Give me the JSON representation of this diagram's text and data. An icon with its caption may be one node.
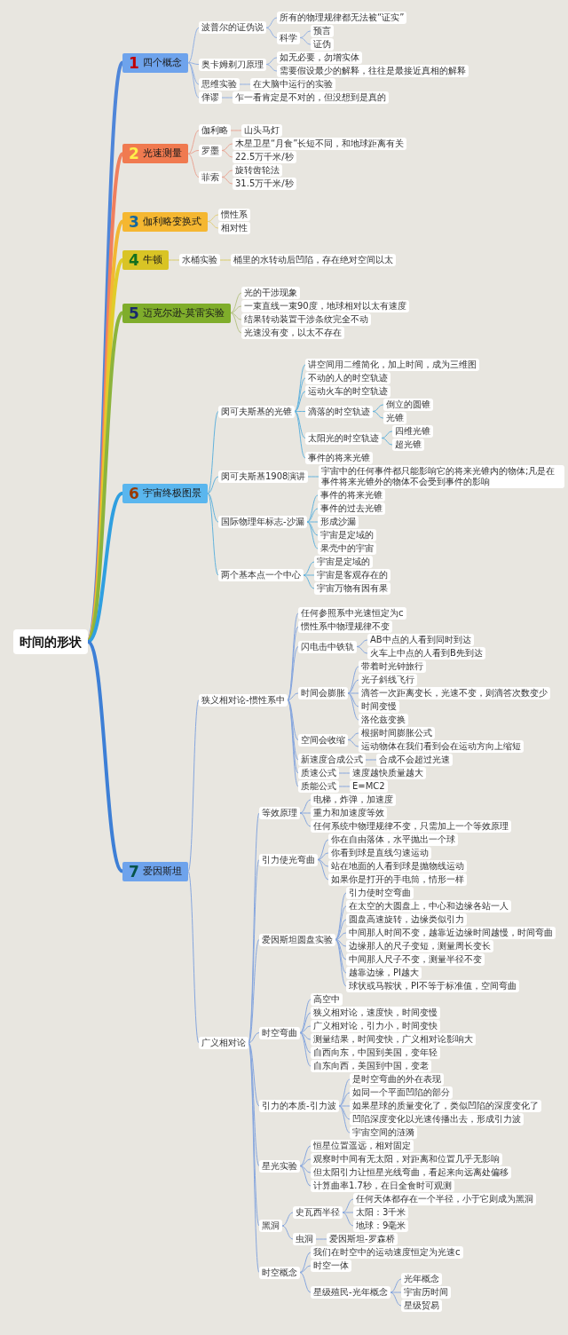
{
  "diagram": {
    "nodes": [
      {
        "text": [
          "时间的形状"
        ]
      },
      {
        "text": [
          "1",
          "四个概念"
        ]
      },
      {
        "text": [
          "波普尔的证伪说"
        ]
      },
      {
        "text": [
          "所有的物理规律都无法被“证实”"
        ]
      },
      {
        "text": [
          "科学"
        ]
      },
      {
        "text": [
          "预言"
        ]
      },
      {
        "text": [
          "证伪"
        ]
      },
      {
        "text": [
          "奥卡姆剃刀原理"
        ]
      },
      {
        "text": [
          "如无必要，勿增实体"
        ]
      },
      {
        "text": [
          "需要假设最少的解释，往往是最接近真相的解释"
        ]
      },
      {
        "text": [
          "思维实验"
        ]
      },
      {
        "text": [
          "在大脑中运行的实验"
        ]
      },
      {
        "text": [
          "佯谬"
        ]
      },
      {
        "text": [
          "乍一看肯定是不对的，但没想到是真的"
        ]
      },
      {
        "text": [
          "2",
          "光速测量"
        ]
      },
      {
        "text": [
          "伽利略"
        ]
      },
      {
        "text": [
          "山头马灯"
        ]
      },
      {
        "text": [
          "罗墨"
        ]
      },
      {
        "text": [
          "木星卫星“月食”长短不同，和地球距离有关"
        ]
      },
      {
        "text": [
          "22.5万千米/秒"
        ]
      },
      {
        "text": [
          "菲索"
        ]
      },
      {
        "text": [
          "旋转齿轮法"
        ]
      },
      {
        "text": [
          "31.5万千米/秒"
        ]
      },
      {
        "text": [
          "3",
          "伽利略变换式"
        ]
      },
      {
        "text": [
          "惯性系"
        ]
      },
      {
        "text": [
          "相对性"
        ]
      },
      {
        "text": [
          "4",
          "牛顿"
        ]
      },
      {
        "text": [
          "水桶实验"
        ]
      },
      {
        "text": [
          "桶里的水转动后凹陷，存在绝对空间以太"
        ]
      },
      {
        "text": [
          "5",
          "迈克尔逊-莫雷实验"
        ]
      },
      {
        "text": [
          "光的干涉现象"
        ]
      },
      {
        "text": [
          "一束直线一束90度，地球相对以太有速度"
        ]
      },
      {
        "text": [
          "结果转动装置干涉条纹完全不动"
        ]
      },
      {
        "text": [
          "光速没有变，以太不存在"
        ]
      },
      {
        "text": [
          "6",
          "宇宙终极图景"
        ]
      },
      {
        "text": [
          "闵可夫斯基的光锥"
        ]
      },
      {
        "text": [
          "讲空间用二维简化，加上时间，成为三维图"
        ]
      },
      {
        "text": [
          "不动的人的时空轨迹"
        ]
      },
      {
        "text": [
          "运动火车的时空轨迹"
        ]
      },
      {
        "text": [
          "滴落的时空轨迹"
        ]
      },
      {
        "text": [
          "倒立的圆锥"
        ]
      },
      {
        "text": [
          "光锥"
        ]
      },
      {
        "text": [
          "太阳光的时空轨迹"
        ]
      },
      {
        "text": [
          "四维光锥"
        ]
      },
      {
        "text": [
          "超光锥"
        ]
      },
      {
        "text": [
          "事件的将来光锥"
        ]
      },
      {
        "text": [
          "闵可夫斯基1908演讲"
        ]
      },
      {
        "text": [
          "宇宙中的任何事件都只能影响它的将来光锥内的物体;凡是在事件将来光锥外的物体不会受到事件的影响"
        ]
      },
      {
        "text": [
          "国际物理年标志-沙漏"
        ]
      },
      {
        "text": [
          "事件的将来光锥"
        ]
      },
      {
        "text": [
          "事件的过去光锥"
        ]
      },
      {
        "text": [
          "形成沙漏"
        ]
      },
      {
        "text": [
          "宇宙是定域的"
        ]
      },
      {
        "text": [
          "果壳中的宇宙"
        ]
      },
      {
        "text": [
          "两个基本点一个中心"
        ]
      },
      {
        "text": [
          "宇宙是定域的"
        ]
      },
      {
        "text": [
          "宇宙是客观存在的"
        ]
      },
      {
        "text": [
          "宇宙万物有因有果"
        ]
      },
      {
        "text": [
          "7",
          "爱因斯坦"
        ]
      },
      {
        "text": [
          "狭义相对论-惯性系中"
        ]
      },
      {
        "text": [
          "任何参照系中光速恒定为c"
        ]
      },
      {
        "text": [
          "惯性系中物理规律不变"
        ]
      },
      {
        "text": [
          "闪电击中铁轨"
        ]
      },
      {
        "text": [
          "AB中点的人看到同时到达"
        ]
      },
      {
        "text": [
          "火车上中点的人看到B先到达"
        ]
      },
      {
        "text": [
          "时间会膨胀"
        ]
      },
      {
        "text": [
          "带着时光钟旅行"
        ]
      },
      {
        "text": [
          "光子斜线飞行"
        ]
      },
      {
        "text": [
          "滴答一次距离变长，光速不变，则滴答次数变少"
        ]
      },
      {
        "text": [
          "时间变慢"
        ]
      },
      {
        "text": [
          "洛伦兹变换"
        ]
      },
      {
        "text": [
          "空间会收缩"
        ]
      },
      {
        "text": [
          "根据时间膨胀公式"
        ]
      },
      {
        "text": [
          "运动物体在我们看到会在运动方向上缩短"
        ]
      },
      {
        "text": [
          "新速度合成公式"
        ]
      },
      {
        "text": [
          "合成不会超过光速"
        ]
      },
      {
        "text": [
          "质速公式"
        ]
      },
      {
        "text": [
          "速度越快质量越大"
        ]
      },
      {
        "text": [
          "质能公式"
        ]
      },
      {
        "text": [
          "E=MC2"
        ]
      },
      {
        "text": [
          "广义相对论"
        ]
      },
      {
        "text": [
          "等效原理"
        ]
      },
      {
        "text": [
          "电梯，炸弹，加速度"
        ]
      },
      {
        "text": [
          "重力和加速度等效"
        ]
      },
      {
        "text": [
          "任何系统中物理规律不变，只需加上一个等效原理"
        ]
      },
      {
        "text": [
          "引力使光弯曲"
        ]
      },
      {
        "text": [
          "你在自由落体，水平抛出一个球"
        ]
      },
      {
        "text": [
          "你看到球是直线匀速运动"
        ]
      },
      {
        "text": [
          "站在地面的人看到球是抛物线运动"
        ]
      },
      {
        "text": [
          "如果你是打开的手电筒，情形一样"
        ]
      },
      {
        "text": [
          "爱因斯坦圆盘实验"
        ]
      },
      {
        "text": [
          "引力使时空弯曲"
        ]
      },
      {
        "text": [
          "在太空的大圆盘上，中心和边缘各站一人"
        ]
      },
      {
        "text": [
          "圆盘高速旋转，边缘类似引力"
        ]
      },
      {
        "text": [
          "中间那人时间不变，越靠近边缘时间越慢，时间弯曲"
        ]
      },
      {
        "text": [
          "边缘那人的尺子变短，测量周长变长"
        ]
      },
      {
        "text": [
          "中间那人尺子不变，测量半径不变"
        ]
      },
      {
        "text": [
          "越靠边缘，PI越大"
        ]
      },
      {
        "text": [
          "球状或马鞍状，PI不等于标准值，空间弯曲"
        ]
      },
      {
        "text": [
          "时空弯曲"
        ]
      },
      {
        "text": [
          "高空中"
        ]
      },
      {
        "text": [
          "狭义相对论，速度快，时间变慢"
        ]
      },
      {
        "text": [
          "广义相对论，引力小，时间变快"
        ]
      },
      {
        "text": [
          "测量结果，时间变快，广义相对论影响大"
        ]
      },
      {
        "text": [
          "自西向东，中国到美国，变年轻"
        ]
      },
      {
        "text": [
          "自东向西，美国到中国，变老"
        ]
      },
      {
        "text": [
          "引力的本质-引力波"
        ]
      },
      {
        "text": [
          "是时空弯曲的外在表现"
        ]
      },
      {
        "text": [
          "如同一个平面凹陷的部分"
        ]
      },
      {
        "text": [
          "如果星球的质量变化了，类似凹陷的深度变化了"
        ]
      },
      {
        "text": [
          "凹陷深度变化以光速传播出去，形成引力波"
        ]
      },
      {
        "text": [
          "宇宙空间的涟漪"
        ]
      },
      {
        "text": [
          "星光实验"
        ]
      },
      {
        "text": [
          "恒星位置遥远，相对固定"
        ]
      },
      {
        "text": [
          "观察时中间有无太阳，对距离和位置几乎无影响"
        ]
      },
      {
        "text": [
          "但太阳引力让恒星光线弯曲，看起来向远离处偏移"
        ]
      },
      {
        "text": [
          "计算曲率1.7秒，在日全食时可观测"
        ]
      },
      {
        "text": [
          "黑洞"
        ]
      },
      {
        "text": [
          "史瓦西半径"
        ]
      },
      {
        "text": [
          "任何天体都存在一个半径，小于它则成为黑洞"
        ]
      },
      {
        "text": [
          "太阳：3千米"
        ]
      },
      {
        "text": [
          "地球：9毫米"
        ]
      },
      {
        "text": [
          "虫洞"
        ]
      },
      {
        "text": [
          "爱因斯坦-罗森桥"
        ]
      },
      {
        "text": [
          "时空概念"
        ]
      },
      {
        "text": [
          "我们在时空中的运动速度恒定为光速c"
        ]
      },
      {
        "text": [
          "时空一体"
        ]
      },
      {
        "text": [
          "星级殖民-光年概念"
        ]
      },
      {
        "text": [
          "光年概念"
        ]
      },
      {
        "text": [
          "宇宙历时间"
        ]
      },
      {
        "text": [
          "星级贸易"
        ]
      }
    ],
    "edges": [
      {
        "from": 0,
        "to": 1,
        "arrow": "none",
        "style": "thick",
        "color": "#4f86d9"
      },
      {
        "from": 0,
        "to": 14,
        "arrow": "none",
        "style": "thick",
        "color": "#f07f5e"
      },
      {
        "from": 0,
        "to": 23,
        "arrow": "none",
        "style": "thick",
        "color": "#f2b733"
      },
      {
        "from": 0,
        "to": 26,
        "arrow": "none",
        "style": "thick",
        "color": "#e0cc2a"
      },
      {
        "from": 0,
        "to": 29,
        "arrow": "none",
        "style": "thick",
        "color": "#8cb43c"
      },
      {
        "from": 0,
        "to": 34,
        "arrow": "none",
        "style": "thick",
        "color": "#2f9fe0"
      },
      {
        "from": 0,
        "to": 58,
        "arrow": "none",
        "style": "thick",
        "color": "#3d7fd6"
      },
      {
        "from": 1,
        "to": 2,
        "arrow": "none",
        "color": "#93b1e3"
      },
      {
        "from": 1,
        "to": 7,
        "arrow": "none",
        "color": "#93b1e3"
      },
      {
        "from": 1,
        "to": 10,
        "arrow": "none",
        "color": "#93b1e3"
      },
      {
        "from": 1,
        "to": 12,
        "arrow": "none",
        "color": "#93b1e3"
      },
      {
        "from": 2,
        "to": 3,
        "arrow": "none",
        "color": "#93b1e3"
      },
      {
        "from": 2,
        "to": 4,
        "arrow": "none",
        "color": "#93b1e3"
      },
      {
        "from": 4,
        "to": 5,
        "arrow": "none",
        "color": "#93b1e3"
      },
      {
        "from": 4,
        "to": 6,
        "arrow": "none",
        "color": "#93b1e3"
      },
      {
        "from": 7,
        "to": 8,
        "arrow": "none",
        "color": "#93b1e3"
      },
      {
        "from": 7,
        "to": 9,
        "arrow": "none",
        "color": "#93b1e3"
      },
      {
        "from": 10,
        "to": 11,
        "arrow": "none",
        "color": "#93b1e3"
      },
      {
        "from": 12,
        "to": 13,
        "arrow": "none",
        "color": "#93b1e3"
      },
      {
        "from": 14,
        "to": 15,
        "arrow": "none",
        "color": "#eaa595"
      },
      {
        "from": 14,
        "to": 17,
        "arrow": "none",
        "color": "#eaa595"
      },
      {
        "from": 14,
        "to": 20,
        "arrow": "none",
        "color": "#eaa595"
      },
      {
        "from": 15,
        "to": 16,
        "arrow": "none",
        "color": "#eaa595"
      },
      {
        "from": 17,
        "to": 18,
        "arrow": "none",
        "color": "#eaa595"
      },
      {
        "from": 17,
        "to": 19,
        "arrow": "none",
        "color": "#eaa595"
      },
      {
        "from": 20,
        "to": 21,
        "arrow": "none",
        "color": "#eaa595"
      },
      {
        "from": 20,
        "to": 22,
        "arrow": "none",
        "color": "#eaa595"
      },
      {
        "from": 23,
        "to": 24,
        "arrow": "none",
        "color": "#e3cf7d"
      },
      {
        "from": 23,
        "to": 25,
        "arrow": "none",
        "color": "#e3cf7d"
      },
      {
        "from": 26,
        "to": 27,
        "arrow": "none",
        "color": "#d9cc66"
      },
      {
        "from": 27,
        "to": 28,
        "arrow": "none",
        "color": "#d9cc66"
      },
      {
        "from": 29,
        "to": 30,
        "arrow": "none",
        "color": "#b9c48a"
      },
      {
        "from": 29,
        "to": 31,
        "arrow": "none",
        "color": "#b9c48a"
      },
      {
        "from": 29,
        "to": 32,
        "arrow": "none",
        "color": "#b9c48a"
      },
      {
        "from": 29,
        "to": 33,
        "arrow": "none",
        "color": "#b9c48a"
      },
      {
        "from": 34,
        "to": 35,
        "arrow": "none",
        "color": "#63b3dd"
      },
      {
        "from": 34,
        "to": 46,
        "arrow": "none",
        "color": "#63b3dd"
      },
      {
        "from": 34,
        "to": 48,
        "arrow": "none",
        "color": "#63b3dd"
      },
      {
        "from": 34,
        "to": 54,
        "arrow": "none",
        "color": "#63b3dd"
      },
      {
        "from": 35,
        "to": 36,
        "arrow": "none",
        "color": "#63b3dd"
      },
      {
        "from": 35,
        "to": 37,
        "arrow": "none",
        "color": "#63b3dd"
      },
      {
        "from": 35,
        "to": 38,
        "arrow": "none",
        "color": "#63b3dd"
      },
      {
        "from": 35,
        "to": 39,
        "arrow": "none",
        "color": "#63b3dd"
      },
      {
        "from": 35,
        "to": 42,
        "arrow": "none",
        "color": "#63b3dd"
      },
      {
        "from": 35,
        "to": 45,
        "arrow": "none",
        "color": "#63b3dd"
      },
      {
        "from": 39,
        "to": 40,
        "arrow": "none",
        "color": "#63b3dd"
      },
      {
        "from": 39,
        "to": 41,
        "arrow": "none",
        "color": "#63b3dd"
      },
      {
        "from": 42,
        "to": 43,
        "arrow": "none",
        "color": "#63b3dd"
      },
      {
        "from": 42,
        "to": 44,
        "arrow": "none",
        "color": "#63b3dd"
      },
      {
        "from": 46,
        "to": 47,
        "arrow": "none",
        "color": "#63b3dd"
      },
      {
        "from": 48,
        "to": 49,
        "arrow": "none",
        "color": "#63b3dd"
      },
      {
        "from": 48,
        "to": 50,
        "arrow": "none",
        "color": "#63b3dd"
      },
      {
        "from": 48,
        "to": 51,
        "arrow": "none",
        "color": "#63b3dd"
      },
      {
        "from": 48,
        "to": 52,
        "arrow": "none",
        "color": "#63b3dd"
      },
      {
        "from": 48,
        "to": 53,
        "arrow": "none",
        "color": "#63b3dd"
      },
      {
        "from": 54,
        "to": 55,
        "arrow": "none",
        "color": "#63b3dd"
      },
      {
        "from": 54,
        "to": 56,
        "arrow": "none",
        "color": "#63b3dd"
      },
      {
        "from": 54,
        "to": 57,
        "arrow": "none",
        "color": "#63b3dd"
      },
      {
        "from": 58,
        "to": 59,
        "arrow": "none"
      },
      {
        "from": 58,
        "to": 80,
        "arrow": "none"
      },
      {
        "from": 59,
        "to": 60,
        "arrow": "none"
      },
      {
        "from": 59,
        "to": 61,
        "arrow": "none"
      },
      {
        "from": 59,
        "to": 62,
        "arrow": "none"
      },
      {
        "from": 59,
        "to": 65,
        "arrow": "none"
      },
      {
        "from": 59,
        "to": 71,
        "arrow": "none"
      },
      {
        "from": 59,
        "to": 74,
        "arrow": "none"
      },
      {
        "from": 59,
        "to": 76,
        "arrow": "none"
      },
      {
        "from": 59,
        "to": 78,
        "arrow": "none"
      },
      {
        "from": 62,
        "to": 63,
        "arrow": "none"
      },
      {
        "from": 62,
        "to": 64,
        "arrow": "none"
      },
      {
        "from": 65,
        "to": 66,
        "arrow": "none"
      },
      {
        "from": 65,
        "to": 67,
        "arrow": "none"
      },
      {
        "from": 65,
        "to": 68,
        "arrow": "none"
      },
      {
        "from": 65,
        "to": 69,
        "arrow": "none"
      },
      {
        "from": 65,
        "to": 70,
        "arrow": "none"
      },
      {
        "from": 71,
        "to": 72,
        "arrow": "none"
      },
      {
        "from": 71,
        "to": 73,
        "arrow": "none"
      },
      {
        "from": 74,
        "to": 75,
        "arrow": "none"
      },
      {
        "from": 76,
        "to": 77,
        "arrow": "none"
      },
      {
        "from": 78,
        "to": 79,
        "arrow": "none"
      },
      {
        "from": 80,
        "to": 81,
        "arrow": "none"
      },
      {
        "from": 80,
        "to": 85,
        "arrow": "none"
      },
      {
        "from": 80,
        "to": 90,
        "arrow": "none"
      },
      {
        "from": 80,
        "to": 99,
        "arrow": "none"
      },
      {
        "from": 80,
        "to": 106,
        "arrow": "none"
      },
      {
        "from": 80,
        "to": 112,
        "arrow": "none"
      },
      {
        "from": 80,
        "to": 117,
        "arrow": "none"
      },
      {
        "from": 80,
        "to": 124,
        "arrow": "none"
      },
      {
        "from": 81,
        "to": 82,
        "arrow": "none"
      },
      {
        "from": 81,
        "to": 83,
        "arrow": "none"
      },
      {
        "from": 81,
        "to": 84,
        "arrow": "none"
      },
      {
        "from": 85,
        "to": 86,
        "arrow": "none"
      },
      {
        "from": 85,
        "to": 87,
        "arrow": "none"
      },
      {
        "from": 85,
        "to": 88,
        "arrow": "none"
      },
      {
        "from": 85,
        "to": 89,
        "arrow": "none"
      },
      {
        "from": 90,
        "to": 91,
        "arrow": "none"
      },
      {
        "from": 90,
        "to": 92,
        "arrow": "none"
      },
      {
        "from": 90,
        "to": 93,
        "arrow": "none"
      },
      {
        "from": 90,
        "to": 94,
        "arrow": "none"
      },
      {
        "from": 90,
        "to": 95,
        "arrow": "none"
      },
      {
        "from": 90,
        "to": 96,
        "arrow": "none"
      },
      {
        "from": 90,
        "to": 97,
        "arrow": "none"
      },
      {
        "from": 90,
        "to": 98,
        "arrow": "none"
      },
      {
        "from": 99,
        "to": 100,
        "arrow": "none"
      },
      {
        "from": 99,
        "to": 101,
        "arrow": "none"
      },
      {
        "from": 99,
        "to": 102,
        "arrow": "none"
      },
      {
        "from": 99,
        "to": 103,
        "arrow": "none"
      },
      {
        "from": 99,
        "to": 104,
        "arrow": "none"
      },
      {
        "from": 99,
        "to": 105,
        "arrow": "none"
      },
      {
        "from": 106,
        "to": 107,
        "arrow": "none"
      },
      {
        "from": 106,
        "to": 108,
        "arrow": "none"
      },
      {
        "from": 106,
        "to": 109,
        "arrow": "none"
      },
      {
        "from": 106,
        "to": 110,
        "arrow": "none"
      },
      {
        "from": 106,
        "to": 111,
        "arrow": "none"
      },
      {
        "from": 112,
        "to": 113,
        "arrow": "none"
      },
      {
        "from": 112,
        "to": 114,
        "arrow": "none"
      },
      {
        "from": 112,
        "to": 115,
        "arrow": "none"
      },
      {
        "from": 112,
        "to": 116,
        "arrow": "none"
      },
      {
        "from": 117,
        "to": 118,
        "arrow": "none"
      },
      {
        "from": 117,
        "to": 122,
        "arrow": "none"
      },
      {
        "from": 118,
        "to": 119,
        "arrow": "none"
      },
      {
        "from": 118,
        "to": 120,
        "arrow": "none"
      },
      {
        "from": 118,
        "to": 121,
        "arrow": "none"
      },
      {
        "from": 122,
        "to": 123,
        "arrow": "none"
      },
      {
        "from": 124,
        "to": 125,
        "arrow": "none"
      },
      {
        "from": 124,
        "to": 126,
        "arrow": "none"
      },
      {
        "from": 124,
        "to": 127,
        "arrow": "none"
      },
      {
        "from": 127,
        "to": 128,
        "arrow": "none"
      },
      {
        "from": 127,
        "to": 129,
        "arrow": "none"
      },
      {
        "from": 127,
        "to": 130,
        "arrow": "none"
      }
    ]
  }
}
